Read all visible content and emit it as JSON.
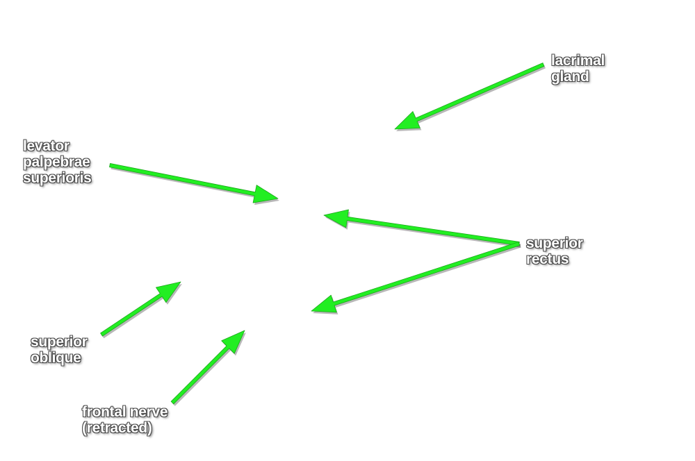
{
  "colors": {
    "arrow": "#22ee22",
    "background": "#ffffff",
    "label_text": "#ffffff",
    "label_outline": "#4a4a4a"
  },
  "labels": {
    "lacrimal_gland": [
      "lacrimal",
      "gland"
    ],
    "levator": [
      "levator",
      "palpebrae",
      "superioris"
    ],
    "superior_rectus": [
      "superior",
      "rectus"
    ],
    "superior_oblique": [
      "superior",
      "oblique"
    ],
    "frontal_nerve": [
      "frontal nerve",
      "(retracted)"
    ]
  }
}
